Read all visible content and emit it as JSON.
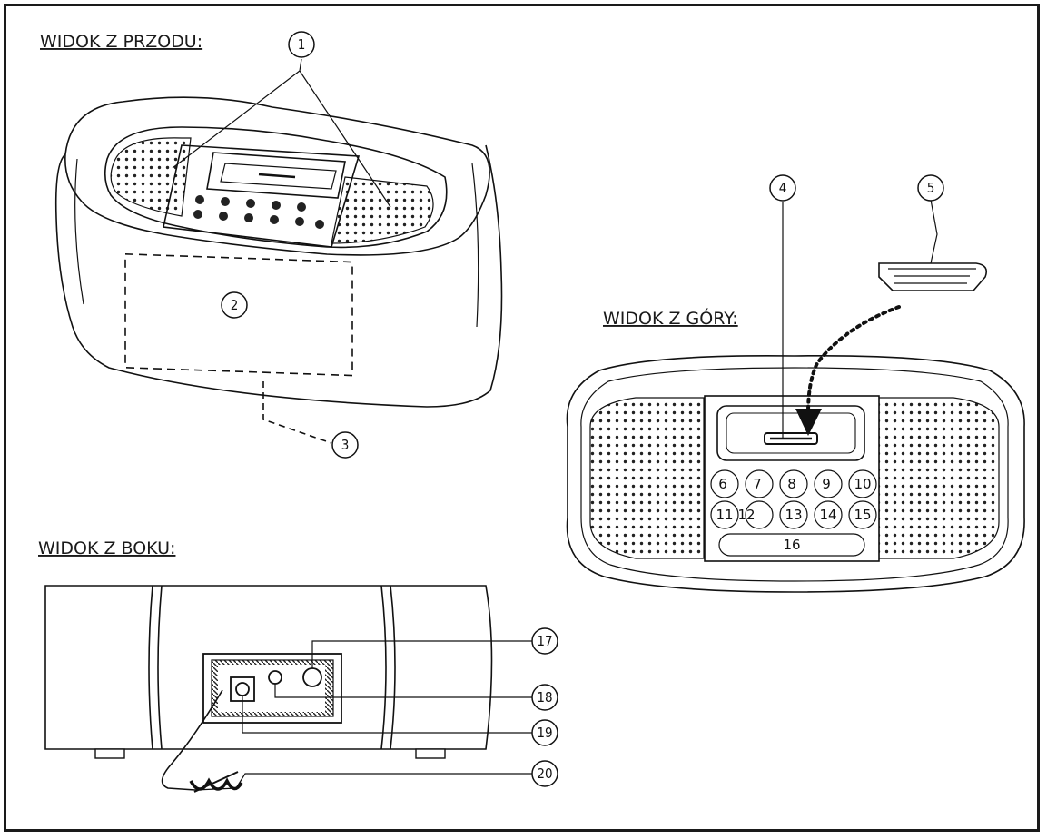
{
  "views": {
    "front": "WIDOK Z PRZODU:",
    "top": "WIDOK Z GÓRY:",
    "side": "WIDOK Z BOKU:"
  },
  "callouts": [
    "1",
    "2",
    "3",
    "4",
    "5",
    "6",
    "7",
    "8",
    "9",
    "10",
    "11",
    "12",
    "13",
    "14",
    "15",
    "16",
    "17",
    "18",
    "19",
    "20"
  ],
  "colors": {
    "line": "#111111",
    "background": "#ffffff"
  }
}
